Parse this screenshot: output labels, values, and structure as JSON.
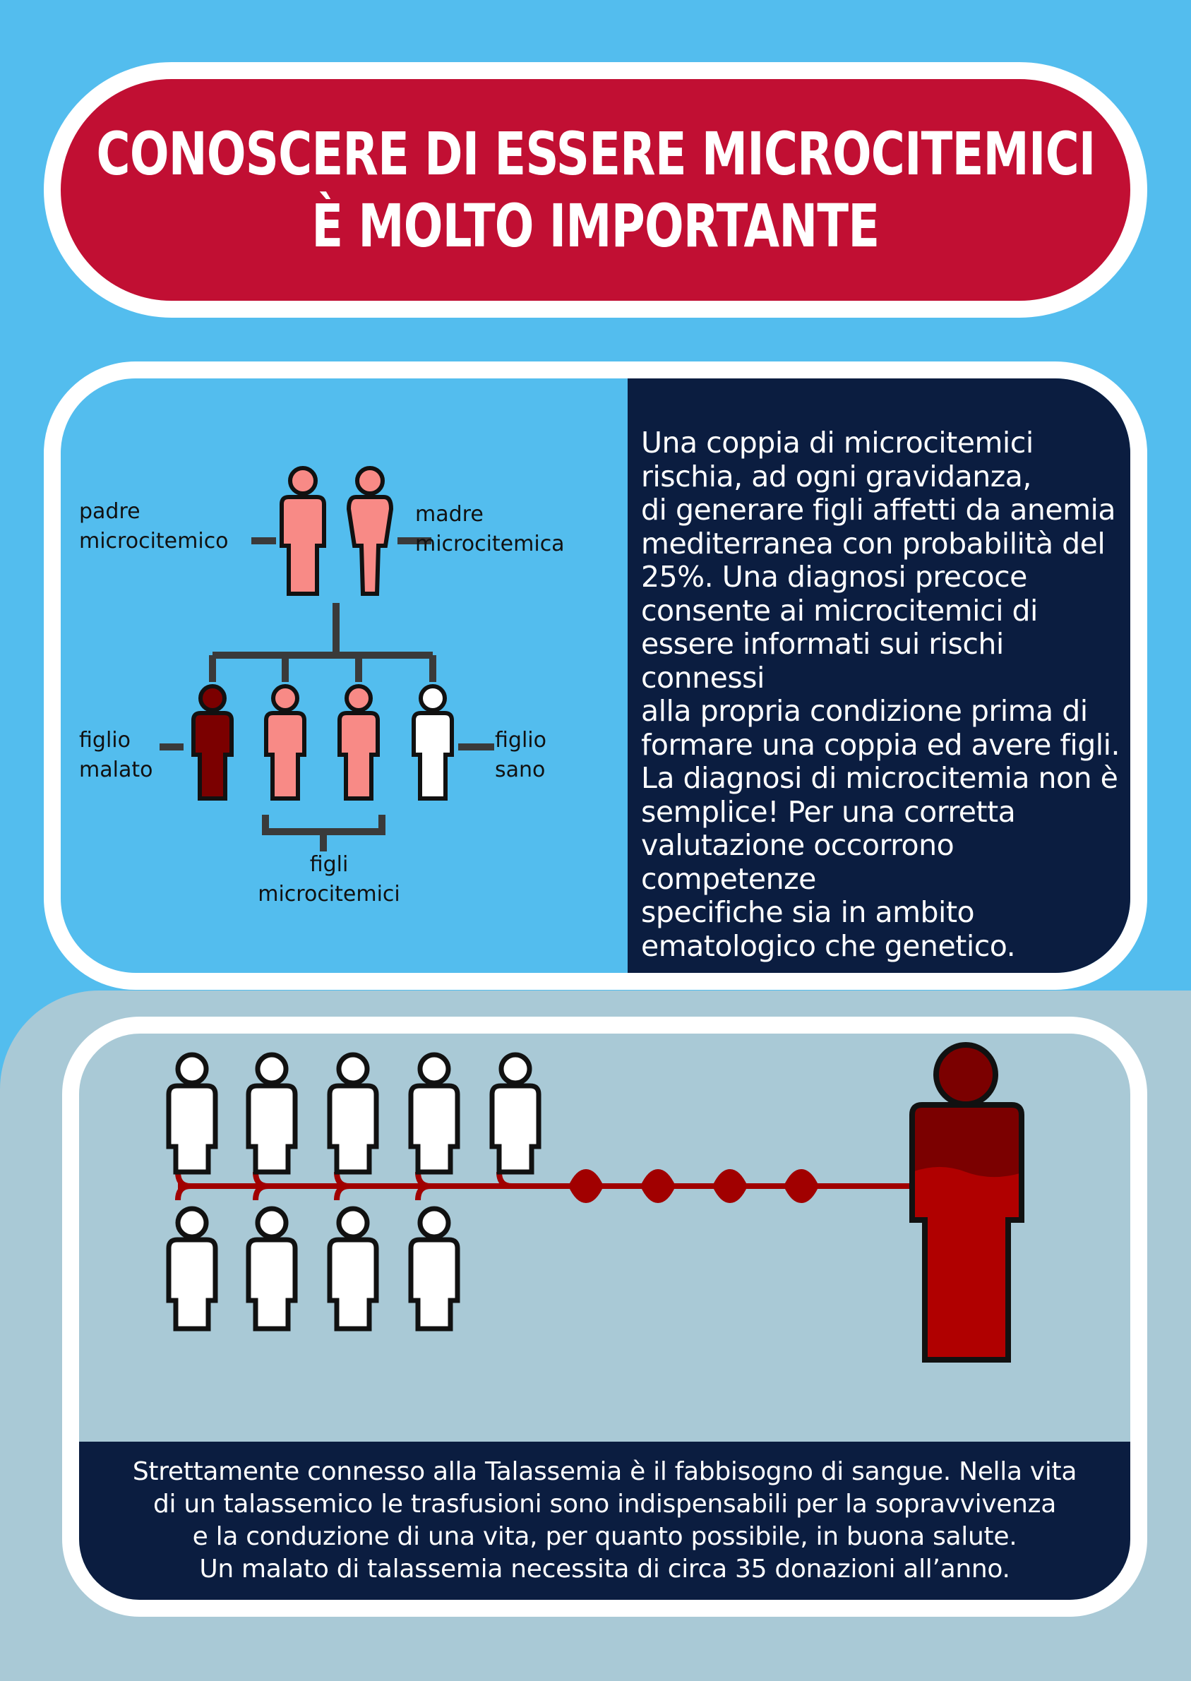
{
  "title": {
    "line1": "CONOSCERE DI ESSERE MICROCITEMICI",
    "line2": "È MOLTO IMPORTANTE"
  },
  "family": {
    "father_label": "padre\nmicrocitemico",
    "mother_label": "madre\nmicrocitemica",
    "sick_label": "figlio\nmalato",
    "healthy_label": "figlio\nsano",
    "carriers_label": "figli\nmicrocitemici"
  },
  "info_text": "Una coppia di microcitemici\nrischia, ad ogni gravidanza,\ndi generare figli affetti da anemia\nmediterranea con probabilità del\n25%. Una diagnosi precoce\nconsente ai microcitemici di\nessere informati sui rischi connessi\nalla propria condizione prima di\nformare una coppia ed avere figli.\nLa diagnosi di microcitemia non è\nsemplice! Per una corretta\nvalutazione occorrono competenze\nspecifiche sia in ambito\nematologico che genetico.",
  "transfusion_text": "Strettamente connesso alla Talassemia è il fabbisogno di sangue. Nella vita\ndi un talassemico le trasfusioni sono indispensabili per la sopravvivenza\ne la conduzione di una vita, per quanto possibile, in buona salute.\nUn malato di talassemia necessita di circa 35 donazioni all’anno.",
  "colors": {
    "sky_blue": "#53bdee",
    "red": "#c10f33",
    "navy": "#0b1d40",
    "grey_blue": "#a9c9d6",
    "pink_carrier": "#f88a86",
    "dark_red_sick": "#7b0000",
    "blood_red": "#a10000"
  }
}
